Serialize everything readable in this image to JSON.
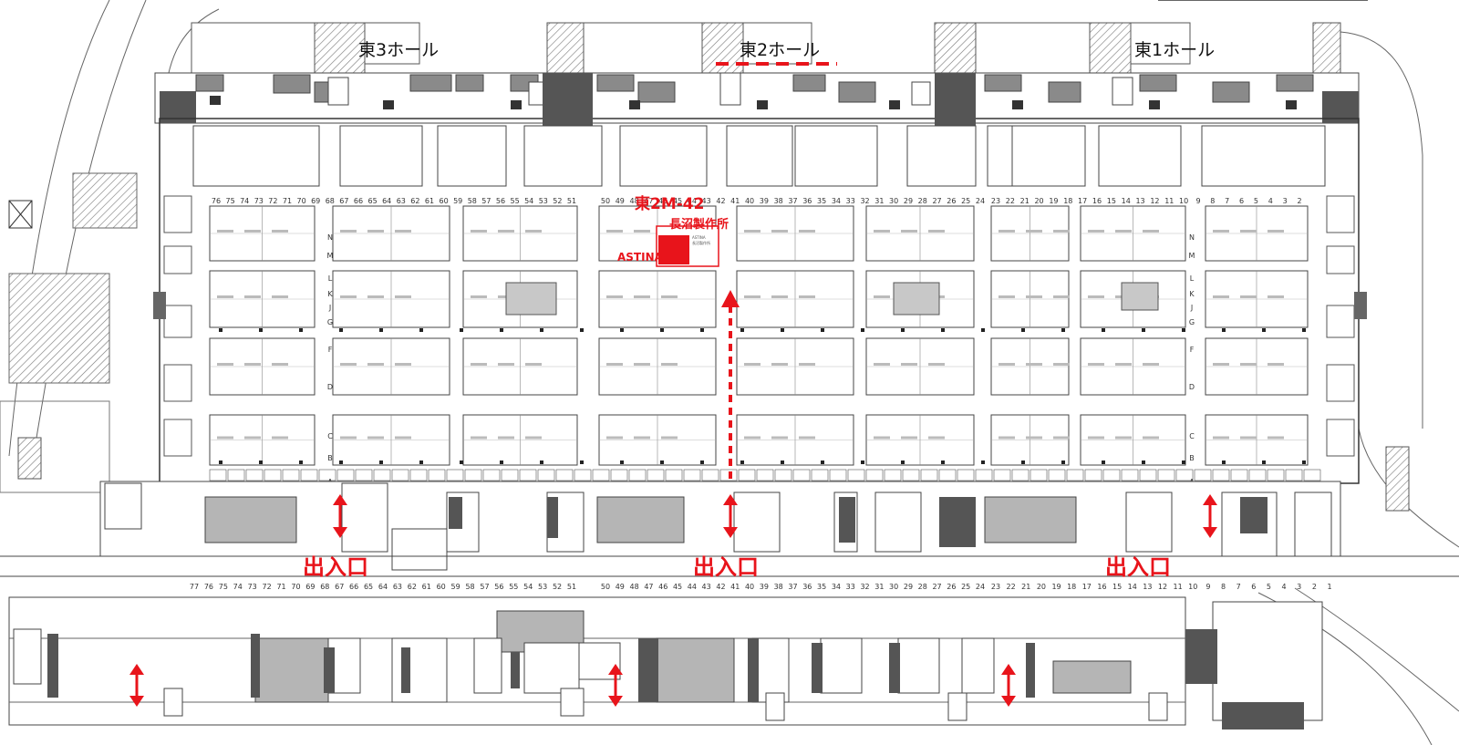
{
  "halls": [
    {
      "id": "east3",
      "label": "東3ホール"
    },
    {
      "id": "east2",
      "label": "東2ホール"
    },
    {
      "id": "east1",
      "label": "東1ホール"
    }
  ],
  "entrance_label": "出入口",
  "highlight": {
    "booth_code": "東2M-42",
    "company": "長沼製作所",
    "brand": "ASTINA",
    "color": "#e8141b"
  },
  "columns": {
    "hall3": [
      "76",
      "75",
      "74",
      "73",
      "72",
      "71",
      "70",
      "69",
      "68",
      "67",
      "66",
      "65",
      "64",
      "63",
      "62",
      "61",
      "60",
      "59",
      "58",
      "57",
      "56",
      "55",
      "54",
      "53",
      "52",
      "51"
    ],
    "hall2": [
      "50",
      "49",
      "48",
      "47",
      "46",
      "45",
      "44",
      "43",
      "42",
      "41",
      "40",
      "39",
      "38",
      "37",
      "36",
      "35",
      "34",
      "33",
      "32",
      "31",
      "30",
      "29",
      "28",
      "27",
      "26",
      "25",
      "24"
    ],
    "hall1": [
      "23",
      "22",
      "21",
      "20",
      "19",
      "18",
      "17",
      "16",
      "15",
      "14",
      "13",
      "12",
      "11",
      "10",
      "9",
      "8",
      "7",
      "6",
      "5",
      "4",
      "3",
      "2"
    ],
    "lower_hall3": [
      "77",
      "76",
      "75",
      "74",
      "73",
      "72",
      "71",
      "70",
      "69",
      "68",
      "67",
      "66",
      "65",
      "64",
      "63",
      "62",
      "61",
      "60",
      "59",
      "58",
      "57",
      "56",
      "55",
      "54",
      "53",
      "52",
      "51"
    ],
    "lower_hall2": [
      "50",
      "49",
      "48",
      "47",
      "46",
      "45",
      "44",
      "43",
      "42",
      "41",
      "40",
      "39",
      "38",
      "37",
      "36",
      "35",
      "34",
      "33",
      "32",
      "31",
      "30",
      "29",
      "28",
      "27",
      "26",
      "25",
      "24"
    ],
    "lower_hall1": [
      "23",
      "22",
      "21",
      "20",
      "19",
      "18",
      "17",
      "16",
      "15",
      "14",
      "13",
      "12",
      "11",
      "10",
      "9",
      "8",
      "7",
      "6",
      "5",
      "4",
      "3",
      "2",
      "1"
    ]
  },
  "row_letters": [
    "N",
    "M",
    "L",
    "K",
    "J",
    "G",
    "F",
    "D",
    "C",
    "B",
    "A"
  ],
  "colors": {
    "accent_red": "#e8141b",
    "wall_dark": "#555555",
    "area_gray": "#b5b5b5",
    "line": "#444444"
  }
}
